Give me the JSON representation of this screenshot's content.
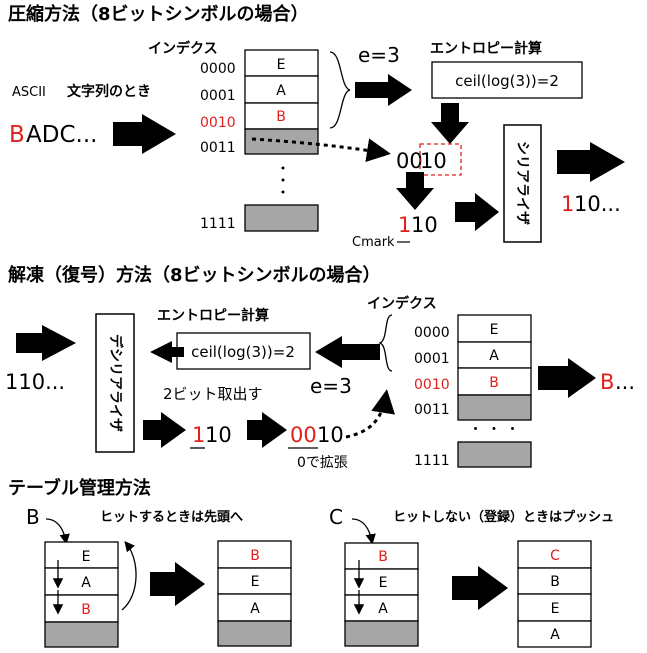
{
  "compression": {
    "title": "圧縮方法（8ビットシンボルの場合）",
    "index_label": "インデクス",
    "e_label": "e=3",
    "entropy_label": "エントロピー計算",
    "formula": "ceil(log(3))=2",
    "ascii_label_prefix": "ASCII",
    "ascii_label_suffix": "文字列のとき",
    "input_first": "B",
    "input_rest": "ADC...",
    "table": [
      {
        "index": "0000",
        "symbol": "E"
      },
      {
        "index": "0001",
        "symbol": "A"
      },
      {
        "index": "0010",
        "symbol": "B"
      },
      {
        "index": "0011",
        "symbol": ""
      },
      {
        "index": "1111",
        "symbol": ""
      }
    ],
    "dots": "・",
    "code_prefix": "00",
    "code_bits": "10",
    "cmark_label": "Cmark",
    "cmark_bit": "1",
    "cmark_rest": "10",
    "serializer_label": "シリアライザ",
    "output_first": "1",
    "output_rest": "10..."
  },
  "decompression": {
    "title": "解凍（復号）方法（8ビットシンボルの場合）",
    "entropy_label": "エントロピー計算",
    "formula": "ceil(log(3))=2",
    "index_label": "インデクス",
    "e_label": "e=3",
    "input_label": "110...",
    "deserializer_label": "デシリアライザ",
    "take_bits": "2ビット取出す",
    "step1_first": "1",
    "step1_rest": "10",
    "step2_prefix": "00",
    "step2_rest": "10",
    "extend_label": "0で拡張",
    "table": [
      {
        "index": "0000",
        "symbol": "E"
      },
      {
        "index": "0001",
        "symbol": "A"
      },
      {
        "index": "0010",
        "symbol": "B"
      },
      {
        "index": "0011",
        "symbol": ""
      },
      {
        "index": "1111",
        "symbol": ""
      }
    ],
    "dots": "・ ・ ・",
    "output_first": "B",
    "output_rest": "..."
  },
  "table_mgmt": {
    "title": "テーブル管理方法",
    "hit_symbol": "B",
    "hit_note": "ヒットするときは先頭へ",
    "hit_before": [
      "E",
      "A",
      "B"
    ],
    "hit_after": [
      "B",
      "E",
      "A"
    ],
    "miss_symbol": "C",
    "miss_note": "ヒットしない（登録）ときはプッシュ",
    "miss_before": [
      "B",
      "E",
      "A"
    ],
    "miss_after": [
      "C",
      "B",
      "E",
      "A"
    ]
  },
  "colors": {
    "accent": "#e0201b",
    "gray": "#a6a6a6",
    "black": "#000000"
  }
}
